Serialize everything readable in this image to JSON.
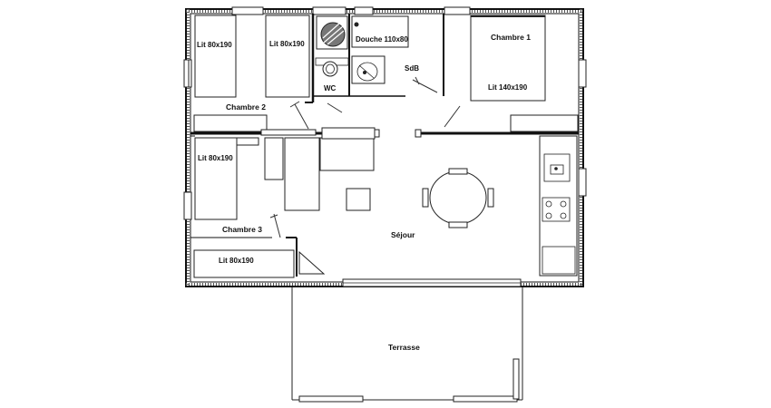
{
  "plan": {
    "rooms": {
      "chambre1": "Chambre 1",
      "chambre2": "Chambre 2",
      "chambre3": "Chambre 3",
      "sdb": "SdB",
      "wc": "WC",
      "sejour": "Séjour",
      "terrasse": "Terrasse"
    },
    "furniture": {
      "lit_c2_a": "Lit 80x190",
      "lit_c2_b": "Lit 80x190",
      "douche": "Douche 110x80",
      "lit_c1": "Lit 140x190",
      "lit_c3_a": "Lit 80x190",
      "lit_c3_b": "Lit 80x190"
    }
  }
}
